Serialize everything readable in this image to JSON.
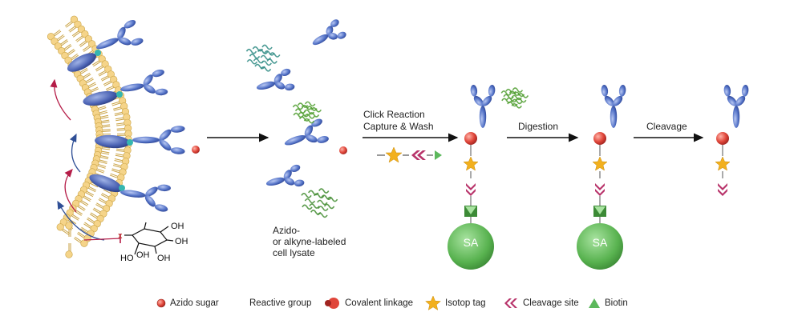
{
  "steps": {
    "click_line1": "Click Reaction",
    "click_line2": "Capture & Wash",
    "digestion": "Digestion",
    "cleavage": "Cleavage"
  },
  "lysate_label": [
    "Azido-",
    "or alkyne-labeled",
    "cell lysate"
  ],
  "sugar": {
    "oh1": "OH",
    "oh2": "OH",
    "oh3": "HO",
    "oh4": "OH",
    "oh5": "OH",
    "x": "x"
  },
  "bead_label": "SA",
  "legend": [
    {
      "icon": "azido-sugar-icon",
      "label": "Azido sugar"
    },
    {
      "icon": "reactive-group-icon",
      "label": "Reactive group"
    },
    {
      "icon": "covalent-linkage-icon",
      "label": "Covalent linkage"
    },
    {
      "icon": "isotop-tag-icon",
      "label": "Isotop tag"
    },
    {
      "icon": "cleavage-site-icon",
      "label": "Cleavage site"
    },
    {
      "icon": "biotin-icon",
      "label": "Biotin"
    }
  ],
  "colors": {
    "antibody": "#3f5fb5",
    "antibody_light": "#7f9ae0",
    "lipid_head": "#f5d489",
    "lipid_tail": "#c9a244",
    "receptor": "#4b63b4",
    "azido": "#c0392b",
    "star": "#f2b01e",
    "chevron": "#b8336a",
    "biotin": "#5cb85c",
    "bead": "#5cb85c",
    "arrow_red": "#b51d48",
    "arrow_blue": "#2f4f96"
  }
}
